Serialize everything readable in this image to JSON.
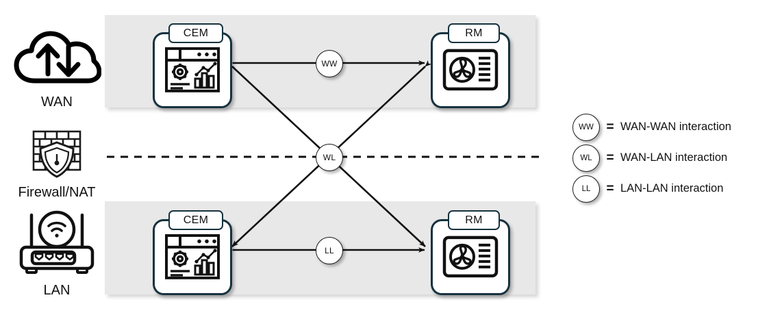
{
  "diagram": {
    "zones": [
      {
        "id": "wan",
        "label": "WAN",
        "icon": "cloud-up-down-arrows-icon"
      },
      {
        "id": "firewall",
        "label": "Firewall/NAT",
        "icon": "brick-wall-shield-icon"
      },
      {
        "id": "lan",
        "label": "LAN",
        "icon": "wifi-router-icon"
      }
    ],
    "nodes": [
      {
        "id": "cem-wan",
        "label": "CEM",
        "icon": "dashboard-gear-chart-icon",
        "zone": "wan"
      },
      {
        "id": "rm-wan",
        "label": "RM",
        "icon": "fan-panel-icon",
        "zone": "wan"
      },
      {
        "id": "cem-lan",
        "label": "CEM",
        "icon": "dashboard-gear-chart-icon",
        "zone": "lan"
      },
      {
        "id": "rm-lan",
        "label": "RM",
        "icon": "fan-panel-icon",
        "zone": "lan"
      }
    ],
    "interactions": [
      {
        "id": "ww",
        "code": "WW",
        "from": "cem-wan",
        "to": "rm-wan",
        "kind": "WAN-WAN interaction",
        "bidirectional": true
      },
      {
        "id": "wl",
        "code": "WL",
        "from": "cross",
        "to": "cross",
        "kind": "WAN-LAN interaction",
        "bidirectional": true
      },
      {
        "id": "ll",
        "code": "LL",
        "from": "cem-lan",
        "to": "rm-lan",
        "kind": "LAN-LAN interaction",
        "bidirectional": true
      }
    ],
    "boundary": {
      "style": "dashed",
      "label": "Firewall/NAT"
    }
  },
  "legend": {
    "equals": "=",
    "items": [
      {
        "code": "WW",
        "equals": "=",
        "text": "WAN-WAN interaction"
      },
      {
        "code": "WL",
        "equals": "=",
        "text": "WAN-LAN interaction"
      },
      {
        "code": "LL",
        "equals": "=",
        "text": "LAN-LAN interaction"
      }
    ]
  },
  "colors": {
    "band": "#e8e8e8",
    "card_border": "#16323f",
    "edge": "#111111",
    "text": "#111111"
  }
}
